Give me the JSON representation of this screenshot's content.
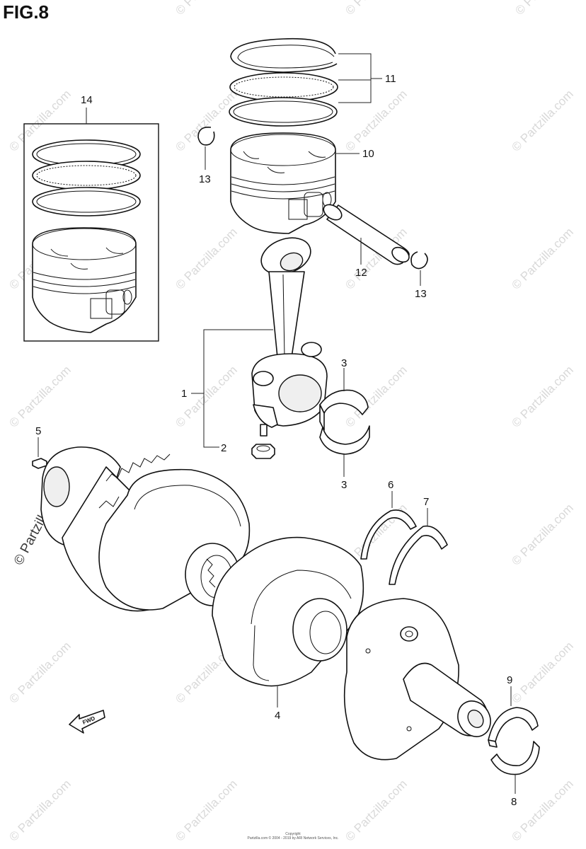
{
  "figure": {
    "title": "FIG.8"
  },
  "watermark": {
    "text": "© Partzilla.com"
  },
  "copyright": {
    "line1": "Copyright",
    "line2": "Partzilla.com © 2004 - 2019 by ARI Network Services, Inc."
  },
  "fwd_label": "FWD",
  "callouts": [
    {
      "id": "c14",
      "text": "14"
    },
    {
      "id": "c11",
      "text": "11"
    },
    {
      "id": "c10",
      "text": "10"
    },
    {
      "id": "c13a",
      "text": "13"
    },
    {
      "id": "c12",
      "text": "12"
    },
    {
      "id": "c13b",
      "text": "13"
    },
    {
      "id": "c1",
      "text": "1"
    },
    {
      "id": "c2",
      "text": "2"
    },
    {
      "id": "c3a",
      "text": "3"
    },
    {
      "id": "c3b",
      "text": "3"
    },
    {
      "id": "c5",
      "text": "5"
    },
    {
      "id": "c6",
      "text": "6"
    },
    {
      "id": "c7",
      "text": "7"
    },
    {
      "id": "c4",
      "text": "4"
    },
    {
      "id": "c9",
      "text": "9"
    },
    {
      "id": "c8",
      "text": "8"
    }
  ]
}
